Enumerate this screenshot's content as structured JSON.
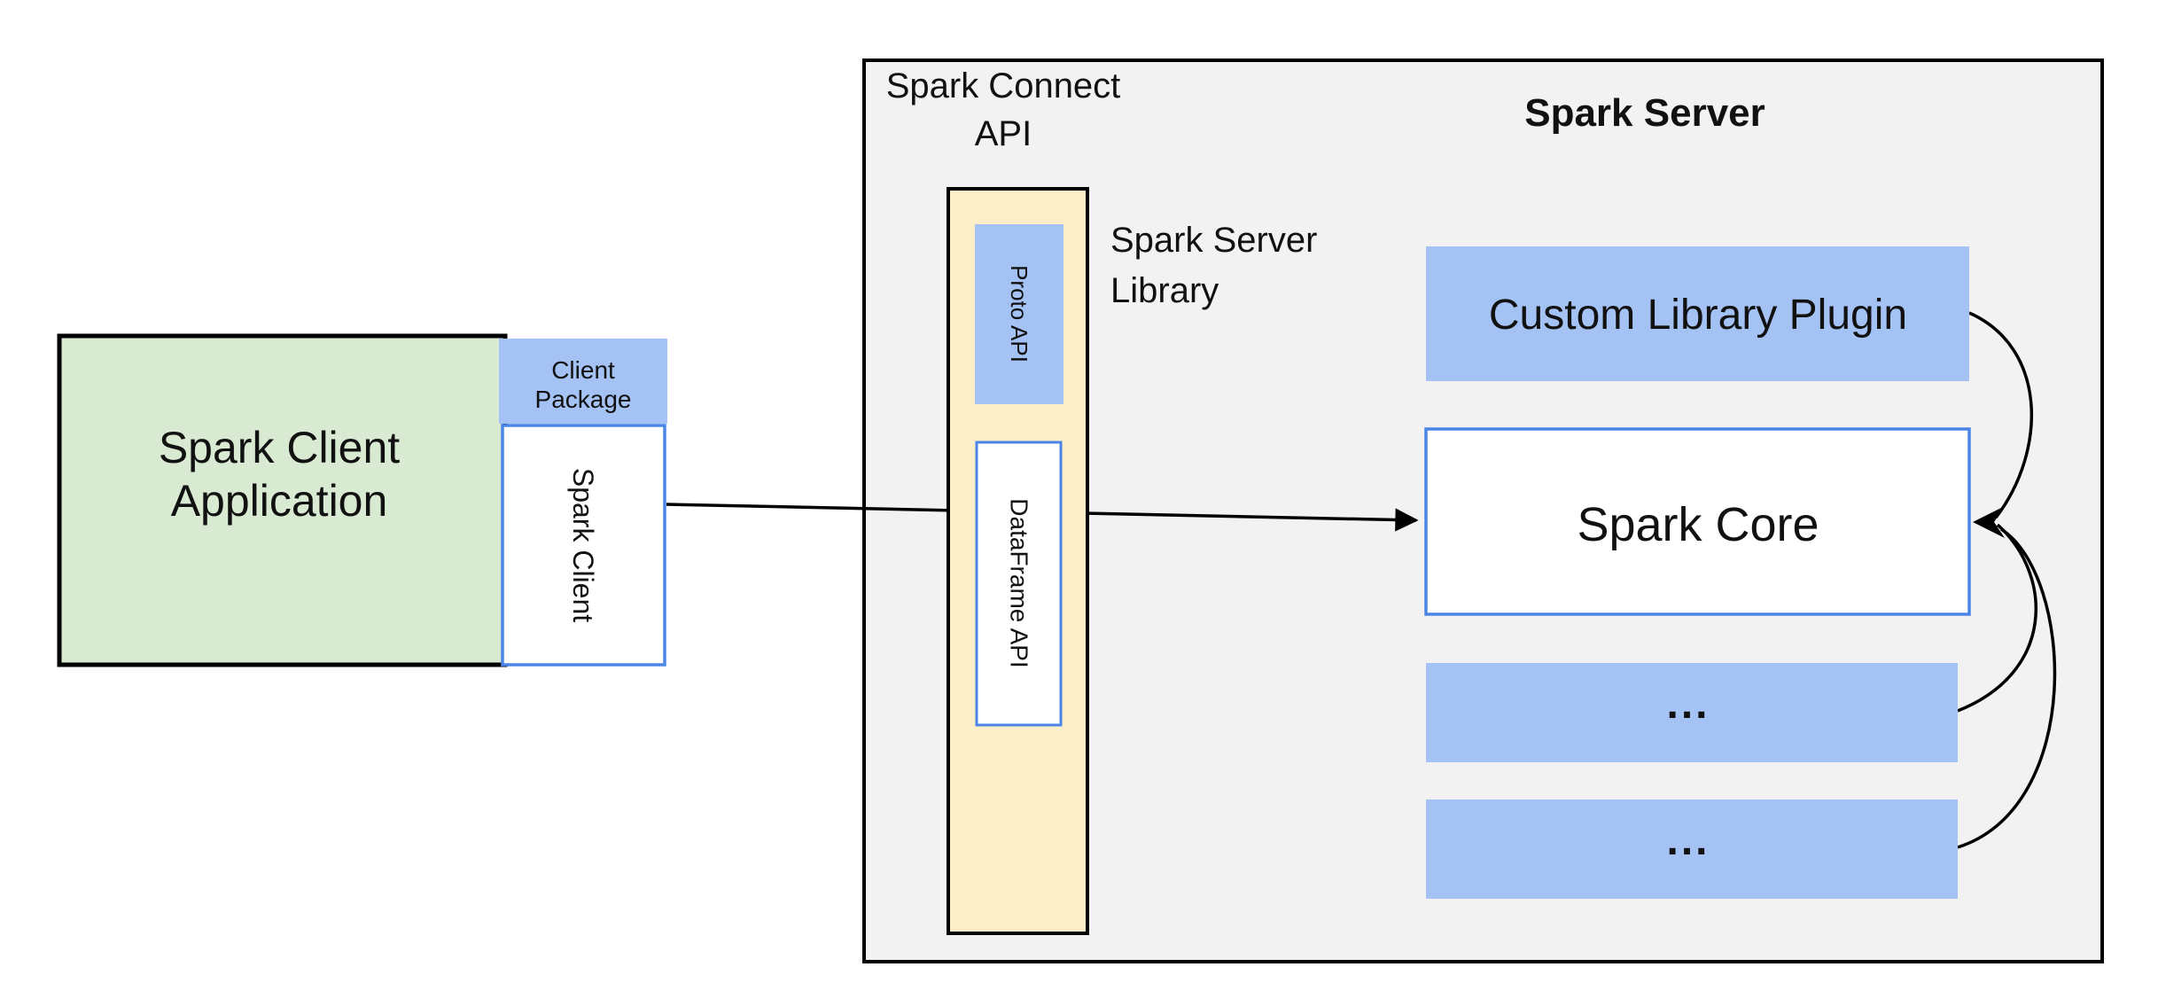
{
  "diagram": {
    "client_app": {
      "label_lines": [
        "Spark Client",
        "Application"
      ],
      "package_label_lines": [
        "Client",
        "Package"
      ],
      "spark_client_label": "Spark Client"
    },
    "connect_api": {
      "heading_lines": [
        "Spark Connect",
        "API"
      ],
      "proto_api_label": "Proto API",
      "dataframe_api_label": "DataFrame API",
      "server_library_lines": [
        "Spark Server",
        "Library"
      ]
    },
    "spark_server": {
      "heading": "Spark Server",
      "plugin_label": "Custom Library Plugin",
      "core_label": "Spark Core",
      "ellipsis_boxes": [
        "...",
        "..."
      ]
    },
    "colors": {
      "client_app_fill": "#d9ead3",
      "box_blue_fill": "#a4c2f4",
      "box_blue_border": "#4a86e8",
      "api_panel_fill": "#fcefc8",
      "server_panel_fill": "#f2f2f2",
      "line_color": "#000000"
    }
  }
}
